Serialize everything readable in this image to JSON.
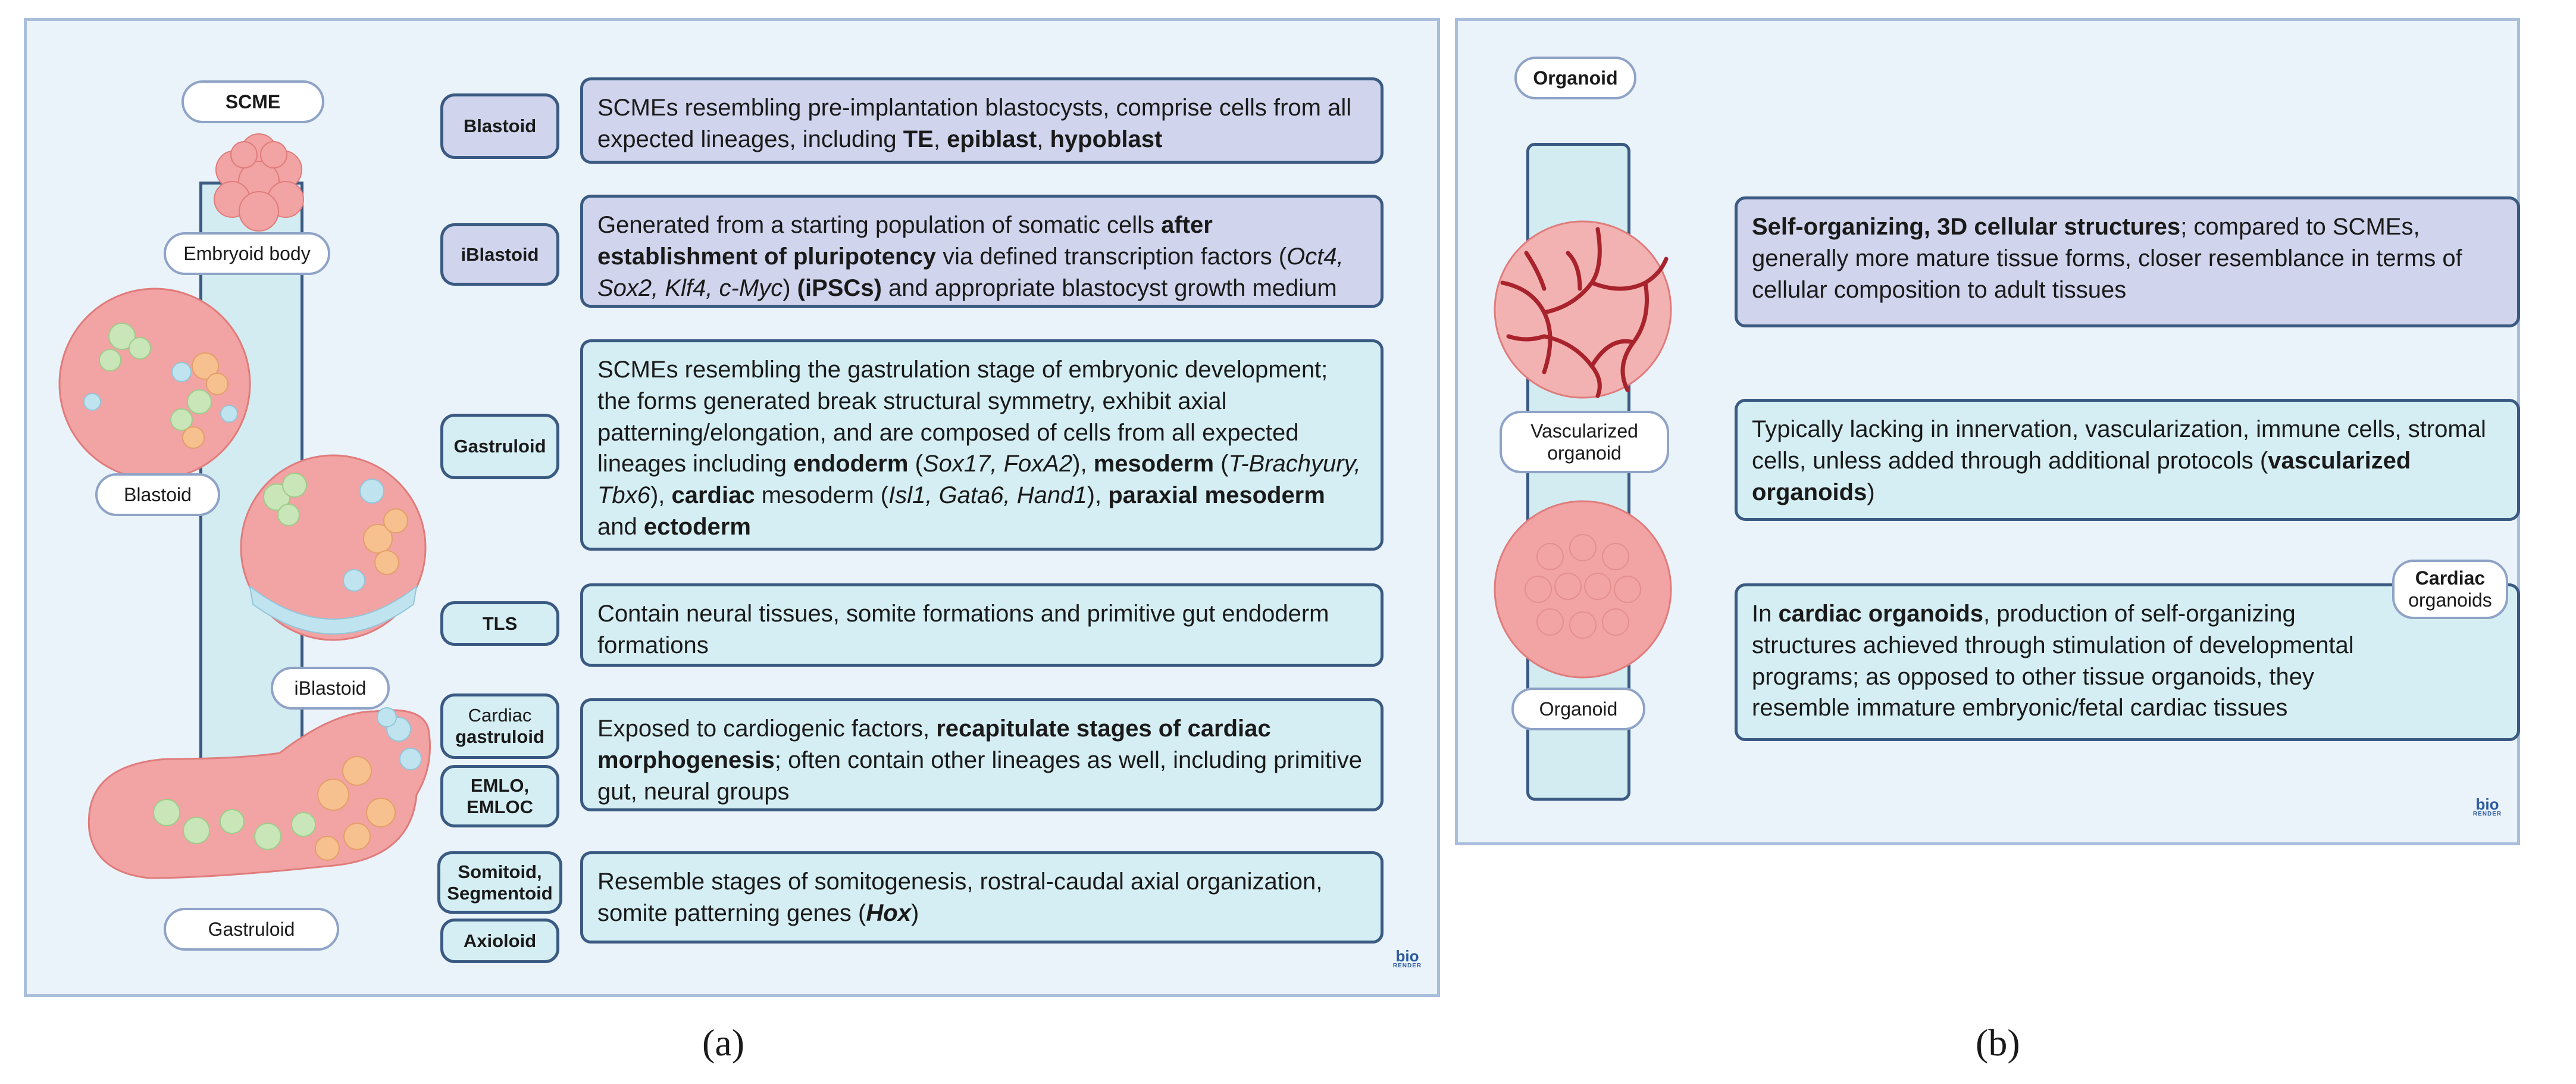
{
  "panel_a": {
    "scme_label": "SCME",
    "structure_labels": {
      "embryoid_body": "Embryoid body",
      "blastoid": "Blastoid",
      "iblastoid": "iBlastoid",
      "gastruloid": "Gastruloid"
    },
    "tags": {
      "blastoid": "Blastoid",
      "iblastoid": "iBlastoid",
      "gastruloid": "Gastruloid",
      "tls": "TLS",
      "cardiac_prefix": "Cardiac",
      "cardiac_main": "gastruloid",
      "emlo_line1": "EMLO,",
      "emlo_line2": "EMLOC",
      "somitoid_line1": "Somitoid,",
      "somitoid_line2": "Segmentoid",
      "axioloid": "Axioloid"
    },
    "descriptions": {
      "blastoid": [
        "SCMEs resembling pre-implantation blastocysts, comprise cells from all expected lineages, including ",
        "TE",
        ", ",
        "epiblast",
        ", ",
        "hypoblast"
      ],
      "iblastoid": [
        "Generated from a starting population of somatic cells ",
        "after establishment of pluripotency",
        " via defined transcription factors (",
        "Oct4, Sox2, Klf4, c-Myc",
        ") ",
        "(iPSCs)",
        " and appropriate blastocyst growth medium"
      ],
      "gastruloid": [
        "SCMEs resembling the gastrulation stage of embryonic development; the forms generated break structural symmetry, exhibit axial patterning/elongation, and are composed of cells from all expected lineages including ",
        "endoderm",
        " (",
        "Sox17, FoxA2",
        "), ",
        "mesoderm",
        " (",
        "T-Brachyury, Tbx6",
        "), ",
        "cardiac",
        " mesoderm (",
        "Isl1, Gata6, Hand1",
        "), ",
        "paraxial mesoderm",
        " and ",
        "ectoderm"
      ],
      "tls": [
        "Contain neural tissues, somite formations and primitive gut endoderm formations"
      ],
      "cardiac": [
        "Exposed to cardiogenic factors, ",
        "recapitulate stages of cardiac morphogenesis",
        "; often contain other lineages as well, including primitive gut, neural groups"
      ],
      "somitoid": [
        "Resemble stages of somitogenesis, rostral-caudal axial organization, somite patterning genes (",
        "Hox",
        ")"
      ]
    },
    "panel_label": "(a)",
    "biorender_logo": "bio",
    "biorender_sub": "RENDER"
  },
  "panel_b": {
    "organoid_label": "Organoid",
    "structure_labels": {
      "vascularized_line1": "Vascularized",
      "vascularized_line2": "organoid",
      "organoid": "Organoid"
    },
    "cardiac_tag_line1": "Cardiac",
    "cardiac_tag_line2": "organoids",
    "descriptions": {
      "box1": [
        "Self-organizing, 3D cellular structures",
        "; compared to SCMEs, generally more mature tissue forms, closer resemblance in terms of cellular composition to adult tissues"
      ],
      "box2": [
        "Typically lacking in innervation, vascularization, immune cells, stromal cells, unless added through additional protocols (",
        "vascularized organoids",
        ")"
      ],
      "box3": [
        "In ",
        "cardiac organoids",
        ", production of self-organizing structures achieved through stimulation of developmental programs; as opposed to other tissue organoids, they resemble immature embryonic/fetal cardiac tissues"
      ]
    },
    "panel_label": "(b)",
    "biorender_logo": "bio",
    "biorender_sub": "RENDER"
  },
  "colors": {
    "panel_bg": "#eaf3fa",
    "panel_border": "#a9bedb",
    "box_purple": "#d0d4ec",
    "box_teal": "#d5eef3",
    "box_border": "#3a5a82",
    "cell_pink": "#f2a3a3",
    "cell_green": "#c9e6b8",
    "cell_orange": "#f6c08f",
    "cell_blue": "#bfe3ef",
    "vessel_red": "#a8232c"
  }
}
